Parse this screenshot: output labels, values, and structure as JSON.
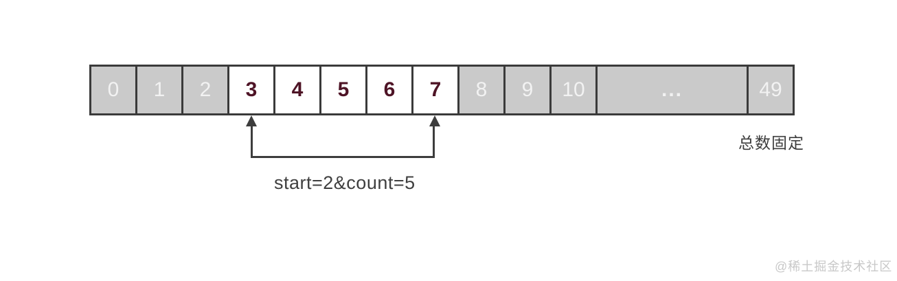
{
  "diagram": {
    "cells": [
      {
        "label": "0",
        "state": "gray"
      },
      {
        "label": "1",
        "state": "gray"
      },
      {
        "label": "2",
        "state": "gray"
      },
      {
        "label": "3",
        "state": "highlighted"
      },
      {
        "label": "4",
        "state": "highlighted"
      },
      {
        "label": "5",
        "state": "highlighted"
      },
      {
        "label": "6",
        "state": "highlighted"
      },
      {
        "label": "7",
        "state": "highlighted"
      },
      {
        "label": "8",
        "state": "gray"
      },
      {
        "label": "9",
        "state": "gray"
      },
      {
        "label": "10",
        "state": "gray"
      },
      {
        "label": "...",
        "state": "gray"
      },
      {
        "label": "49",
        "state": "gray"
      }
    ],
    "range_label": "start=2&count=5",
    "side_note": "总数固定",
    "watermark": "@稀土掘金技术社区",
    "colors": {
      "cell_gray_fill": "#cacaca",
      "cell_highlight_fill": "#ffffff",
      "border": "#3a3a3a",
      "number_light": "#f2f2f2",
      "number_dark": "#4e1426",
      "annotation": "#3d3d3d",
      "watermark": "#c8c8c8"
    }
  }
}
